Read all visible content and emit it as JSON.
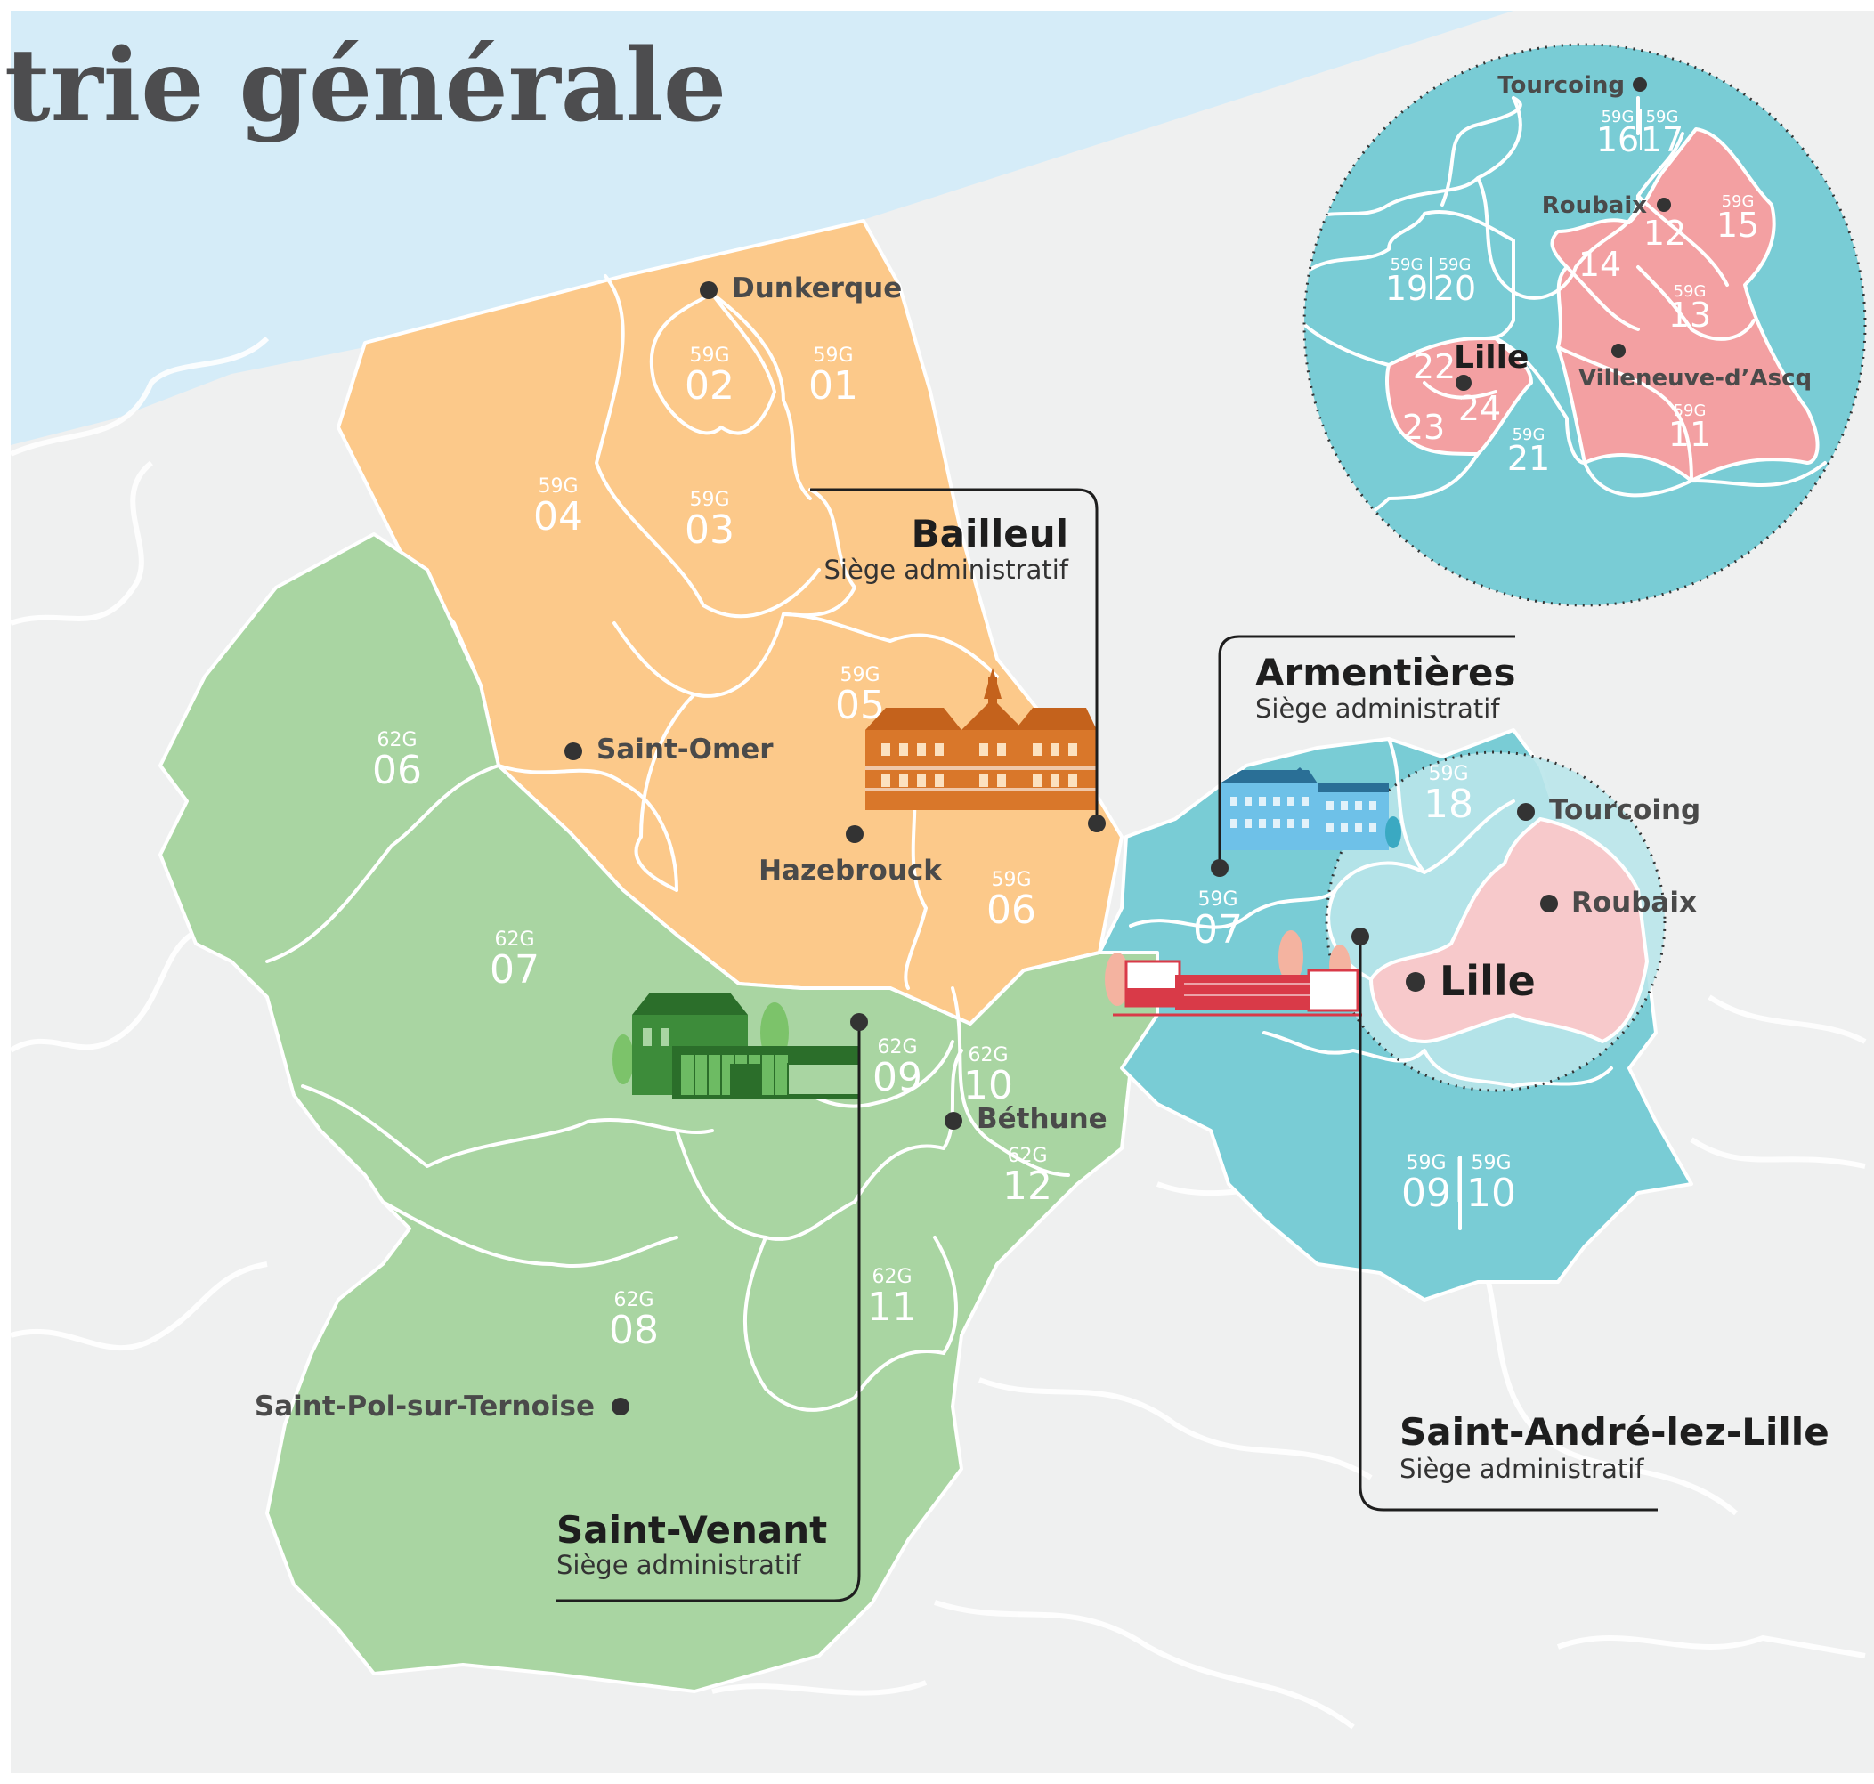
{
  "title": "trie générale",
  "colors": {
    "sea": "#d5ecf8",
    "land": "#eff0f0",
    "orange": "#fcc98a",
    "green": "#a9d5a2",
    "teal": "#79ccd5",
    "teal_light": "#b9e5ea",
    "pink": "#f3a0a2",
    "pink_light": "#f7c9cb"
  },
  "zones": {
    "z59g01": {
      "prefix": "59G",
      "num": "01"
    },
    "z59g02": {
      "prefix": "59G",
      "num": "02"
    },
    "z59g03": {
      "prefix": "59G",
      "num": "03"
    },
    "z59g04": {
      "prefix": "59G",
      "num": "04"
    },
    "z59g05": {
      "prefix": "59G",
      "num": "05"
    },
    "z59g06": {
      "prefix": "59G",
      "num": "06"
    },
    "z59g07": {
      "prefix": "59G",
      "num": "07"
    },
    "z59g09": {
      "prefix": "59G",
      "num": "09"
    },
    "z59g10": {
      "prefix": "59G",
      "num": "10"
    },
    "z59g18": {
      "prefix": "59G",
      "num": "18"
    },
    "z62g06": {
      "prefix": "62G",
      "num": "06"
    },
    "z62g07": {
      "prefix": "62G",
      "num": "07"
    },
    "z62g08": {
      "prefix": "62G",
      "num": "08"
    },
    "z62g09": {
      "prefix": "62G",
      "num": "09"
    },
    "z62g10": {
      "prefix": "62G",
      "num": "10"
    },
    "z62g11": {
      "prefix": "62G",
      "num": "11"
    },
    "z62g12": {
      "prefix": "62G",
      "num": "12"
    }
  },
  "inset_zones": {
    "z11": {
      "prefix": "59G",
      "num": "11"
    },
    "z12": {
      "num": "12"
    },
    "z13": {
      "prefix": "59G",
      "num": "13"
    },
    "z14": {
      "num": "14"
    },
    "z15": {
      "prefix": "59G",
      "num": "15"
    },
    "z16": {
      "prefix": "59G",
      "num": "16"
    },
    "z17": {
      "prefix": "59G",
      "num": "17"
    },
    "z19": {
      "prefix": "59G",
      "num": "19"
    },
    "z20": {
      "prefix": "59G",
      "num": "20"
    },
    "z21": {
      "prefix": "59G",
      "num": "21"
    },
    "z22": {
      "num": "22"
    },
    "z23": {
      "num": "23"
    },
    "z24": {
      "num": "24"
    }
  },
  "cities": {
    "dunkerque": "Dunkerque",
    "saint_omer": "Saint-Omer",
    "hazebrouck": "Hazebrouck",
    "bethune": "Béthune",
    "saint_pol": "Saint-Pol-sur-Ternoise",
    "tourcoing": "Tourcoing",
    "roubaix": "Roubaix",
    "lille": "Lille",
    "inset_tourcoing": "Tourcoing",
    "inset_roubaix": "Roubaix",
    "inset_lille": "Lille",
    "inset_villeneuve": "Villeneuve-d’Ascq"
  },
  "headquarters": {
    "bailleul": {
      "name": "Bailleul",
      "subtitle": "Siège administratif"
    },
    "armentieres": {
      "name": "Armentières",
      "subtitle": "Siège administratif"
    },
    "saint_venant": {
      "name": "Saint-Venant",
      "subtitle": "Siège administratif"
    },
    "saint_andre": {
      "name": "Saint-André-lez-Lille",
      "subtitle": "Siège administratif"
    }
  },
  "icons": [
    "bailleul-building-icon",
    "armentieres-building-icon",
    "saint-venant-building-icon",
    "saint-andre-building-icon"
  ]
}
